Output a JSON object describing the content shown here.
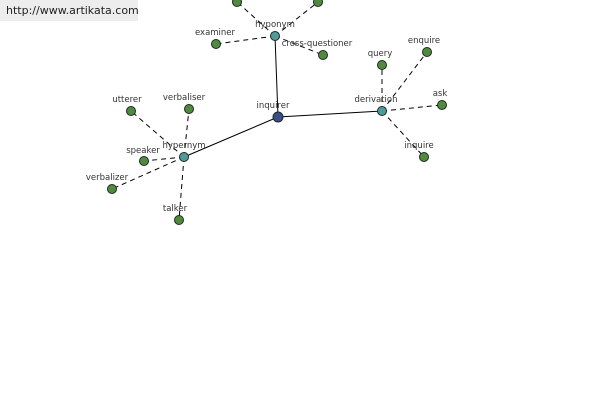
{
  "source": {
    "url_text": "http://www.artikata.com"
  },
  "colors": {
    "root_node": "#3b4e8a",
    "hub_node": "#4f9b9b",
    "leaf_node": "#4f8a3f",
    "edge": "#000000"
  },
  "graph": {
    "root": {
      "id": "inquirer",
      "label": "inquirer"
    },
    "hubs": [
      {
        "id": "hyponym",
        "label": "hyponym"
      },
      {
        "id": "hypernym",
        "label": "hypernym"
      },
      {
        "id": "derivation",
        "label": "derivation"
      }
    ],
    "leaves": [
      {
        "id": "leaf-top-1",
        "label": "",
        "hub": "hyponym"
      },
      {
        "id": "leaf-top-2",
        "label": "",
        "hub": "hyponym"
      },
      {
        "id": "examiner",
        "label": "examiner",
        "hub": "hyponym"
      },
      {
        "id": "cross-questioner",
        "label": "cross-questioner",
        "hub": "hyponym"
      },
      {
        "id": "utterer",
        "label": "utterer",
        "hub": "hypernym"
      },
      {
        "id": "verbaliser",
        "label": "verbaliser",
        "hub": "hypernym"
      },
      {
        "id": "speaker",
        "label": "speaker",
        "hub": "hypernym"
      },
      {
        "id": "verbalizer",
        "label": "verbalizer",
        "hub": "hypernym"
      },
      {
        "id": "talker",
        "label": "talker",
        "hub": "hypernym"
      },
      {
        "id": "query",
        "label": "query",
        "hub": "derivation"
      },
      {
        "id": "enquire",
        "label": "enquire",
        "hub": "derivation"
      },
      {
        "id": "ask",
        "label": "ask",
        "hub": "derivation"
      },
      {
        "id": "inquire",
        "label": "inquire",
        "hub": "derivation"
      }
    ]
  }
}
